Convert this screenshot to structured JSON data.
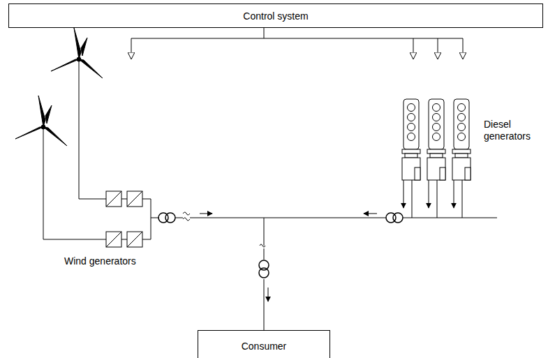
{
  "diagram": {
    "nodes": [
      {
        "text": [
          "Control system"
        ]
      },
      {
        "text": [
          "Consumer"
        ]
      }
    ],
    "labels": [
      "Diesel generators",
      "Wind generators"
    ]
  }
}
